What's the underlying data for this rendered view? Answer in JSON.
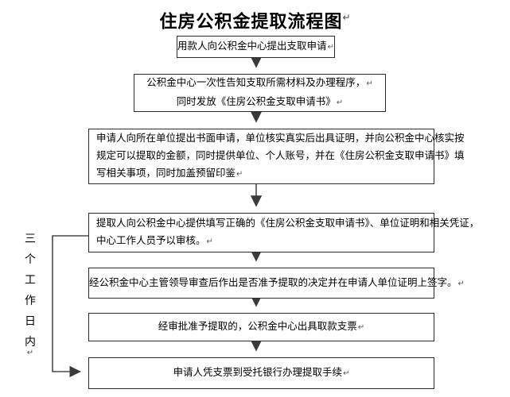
{
  "document": {
    "title": "住房公积金提取流程图",
    "title_pilcrow": "↵",
    "type": "flowchart",
    "orientation": "top-to-bottom"
  },
  "side_label": {
    "name": "three-working-days",
    "text": "三个工作日内",
    "characters": [
      "三",
      "个",
      "工",
      "作",
      "日",
      "内"
    ],
    "pilcrow": "↵"
  },
  "nodes": [
    {
      "id": "node-1",
      "step": 1,
      "lines": [
        "用款人向公积金中心提出支取申请"
      ],
      "pilcrow": "↵",
      "align": "center"
    },
    {
      "id": "node-2",
      "step": 2,
      "lines": [
        "公积金中心一次性告知支取所需材料及办理程序，",
        "同时发放《住房公积金支取申请书》"
      ],
      "pilcrow": "↵",
      "align": "center"
    },
    {
      "id": "node-3",
      "step": 3,
      "lines": [
        "申请人向所在单位提出书面申请，单位核实真实后出具证明，并向公积金中心核实按",
        "规定可以提取的金额，同时提供单位、个人账号，并在《住房公积金支取申请书》填",
        "写相关事项，同时加盖预留印鉴"
      ],
      "pilcrow": "↵",
      "align": "justify"
    },
    {
      "id": "node-4",
      "step": 4,
      "lines": [
        "提取人向公积金中心提供填写正确的《住房公积金支取申请书》、单位证明和相关凭证，",
        "中心工作人员予以审核。"
      ],
      "pilcrow": "↵",
      "align": "justify"
    },
    {
      "id": "node-5",
      "step": 5,
      "lines": [
        "经公积金中心主管领导审查后作出是否准予提取的决定并在申请人单位证明上签字。"
      ],
      "pilcrow": "↵",
      "align": "center"
    },
    {
      "id": "node-6",
      "step": 6,
      "lines": [
        "经审批准予提取的，公积金中心出具取款支票"
      ],
      "pilcrow": "↵",
      "align": "center"
    },
    {
      "id": "node-7",
      "step": 7,
      "lines": [
        "申请人凭支票到受托银行办理提取手续"
      ],
      "pilcrow": "↵",
      "align": "center"
    }
  ],
  "edges": [
    {
      "from": "node-1",
      "to": "node-2",
      "style": "straight-down-arrow"
    },
    {
      "from": "node-2",
      "to": "node-3",
      "style": "straight-down-arrow"
    },
    {
      "from": "node-3",
      "to": "node-4",
      "style": "straight-down-arrow"
    },
    {
      "from": "node-4",
      "to": "node-5",
      "style": "straight-down-arrow"
    },
    {
      "from": "node-5",
      "to": "node-6",
      "style": "straight-down-arrow"
    },
    {
      "from": "node-6",
      "to": "node-7",
      "style": "straight-down-arrow"
    },
    {
      "from": "node-4",
      "to": "node-7",
      "style": "left-bracket-arrow"
    }
  ],
  "colors": {
    "background": "#ffffff",
    "box_border": "#2b2b2b",
    "connector": "#4a4a4a",
    "text": "#000000",
    "pilcrow": "#555555"
  }
}
